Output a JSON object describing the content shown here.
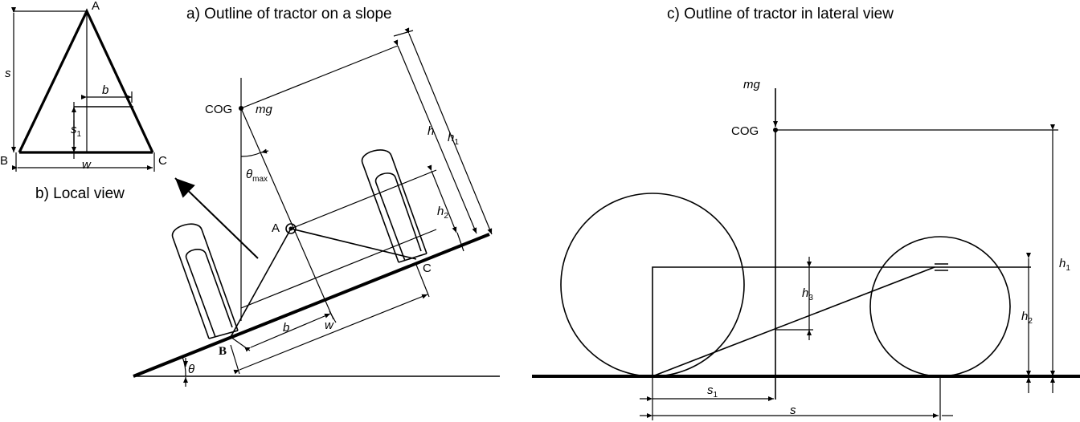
{
  "titles": {
    "slope": "a) Outline of tractor on a slope",
    "local": "b) Local view",
    "lateral": "c) Outline of tractor in lateral view"
  },
  "local_view": {
    "point_a": "A",
    "point_b": "B",
    "point_c": "C",
    "dim_s": "s",
    "dim_s1": "s",
    "dim_s1_sub": "1",
    "dim_b": "b",
    "dim_w": "w"
  },
  "slope_view": {
    "cog": "COG",
    "mg": "mg",
    "theta_max": "θ",
    "theta_max_sub": "max",
    "theta": "θ",
    "point_a": "A",
    "point_b": "B",
    "point_c": "C",
    "dim_h": "h",
    "dim_h1": "h",
    "dim_h1_sub": "1",
    "dim_h2": "h",
    "dim_h2_sub": "2",
    "dim_b": "b",
    "dim_w": "w"
  },
  "lateral_view": {
    "mg": "mg",
    "cog": "COG",
    "dim_h1": "h",
    "dim_h1_sub": "1",
    "dim_h2": "h",
    "dim_h2_sub": "2",
    "dim_h3": "h",
    "dim_h3_sub": "3",
    "dim_s1": "s",
    "dim_s1_sub": "1",
    "dim_s": "s"
  }
}
